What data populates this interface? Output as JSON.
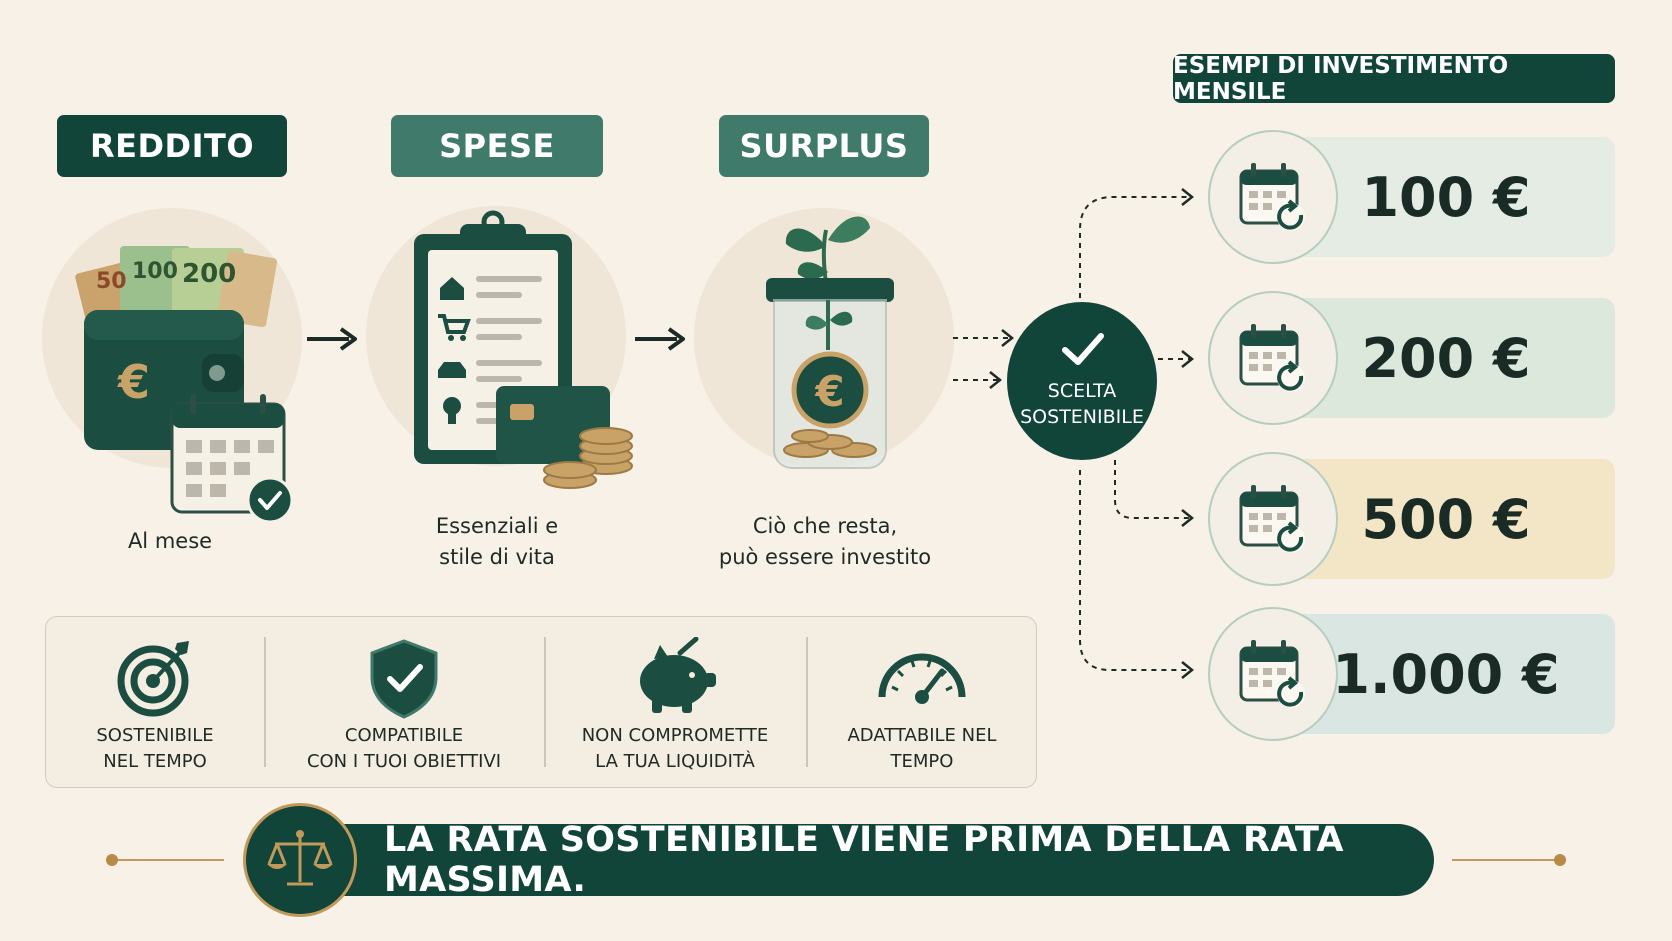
{
  "steps": [
    {
      "label": "REDDITO",
      "caption_lines": [
        "Al mese"
      ],
      "icon": "wallet-icon"
    },
    {
      "label": "SPESE",
      "caption_lines": [
        "Essenziali e",
        "stile di vita"
      ],
      "icon": "clipboard-icon"
    },
    {
      "label": "SURPLUS",
      "caption_lines": [
        "Ciò che resta,",
        "può essere investito"
      ],
      "icon": "jar-icon"
    }
  ],
  "art_text": {
    "euro": "€",
    "note_50": "50",
    "note_100": "100",
    "note_200": "200"
  },
  "choice": {
    "lines": [
      "SCELTA",
      "SOSTENIBILE"
    ],
    "icon": "check-icon"
  },
  "examples": {
    "title": "ESEMPI DI INVESTIMENTO MENSILE",
    "items": [
      {
        "amount": "100 €",
        "color": "#e4ece4"
      },
      {
        "amount": "200 €",
        "color": "#dce8dc"
      },
      {
        "amount": "500 €",
        "color": "#f3e6c7"
      },
      {
        "amount": "1.000 €",
        "color": "#dae6e2"
      }
    ],
    "icon": "recurring-calendar-icon"
  },
  "features": [
    {
      "lines": [
        "SOSTENIBILE",
        "NEL TEMPO"
      ],
      "icon": "target-icon"
    },
    {
      "lines": [
        "COMPATIBILE",
        "CON I TUOI OBIETTIVI"
      ],
      "icon": "shield-check-icon"
    },
    {
      "lines": [
        "NON COMPROMETTE",
        "LA TUA LIQUIDITÀ"
      ],
      "icon": "piggy-bank-icon"
    },
    {
      "lines": [
        "ADATTABILE NEL",
        "TEMPO"
      ],
      "icon": "gauge-icon"
    }
  ],
  "banner": {
    "text": "LA RATA SOSTENIBILE VIENE PRIMA DELLA RATA MASSIMA.",
    "icon": "scales-icon"
  },
  "colors": {
    "dark_green": "#12453a",
    "mid_green": "#3f7a6b",
    "gold": "#c19a5b",
    "background": "#f7f1e8"
  }
}
